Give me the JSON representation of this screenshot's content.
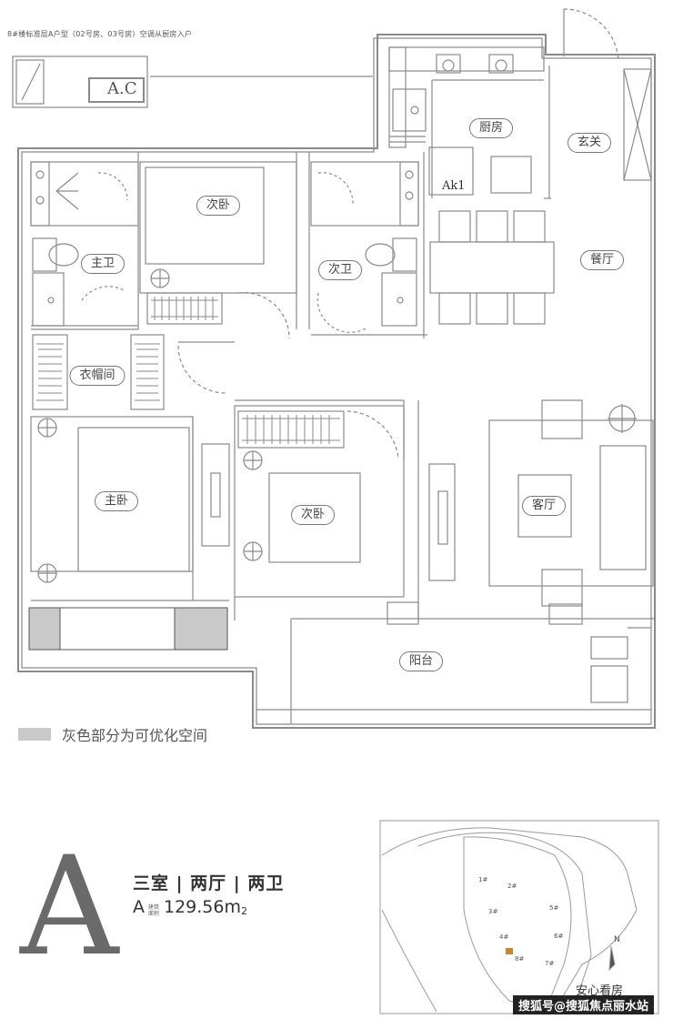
{
  "header_note": "8#楼标准层A户型（02号房、03号房）空调从厨房入户",
  "ac_label": "A.C",
  "ak_label": "Ak1",
  "rooms": {
    "kitchen": "厨房",
    "entrance": "玄关",
    "dining": "餐厅",
    "master_bath": "主卫",
    "second_bedroom_top": "次卧",
    "second_bath": "次卫",
    "cloakroom": "衣帽间",
    "master_bedroom": "主卧",
    "second_bedroom_mid": "次卧",
    "living": "客厅",
    "balcony": "阳台"
  },
  "legend": {
    "text": "灰色部分为可优化空间",
    "color": "#c9c9c9"
  },
  "unit": {
    "letter": "A",
    "layout": "三室 | 两厅 | 两卫",
    "code": "A",
    "area_label": "建筑面积",
    "area": "129.56m",
    "area_sup": "2"
  },
  "site_plan": {
    "buildings": [
      "1#",
      "2#",
      "3#",
      "4#",
      "5#",
      "6#",
      "7#",
      "8#"
    ],
    "north": "N"
  },
  "watermarks": {
    "line1": "安心看房",
    "line2": "搜狐号@搜狐焦点丽水站"
  }
}
